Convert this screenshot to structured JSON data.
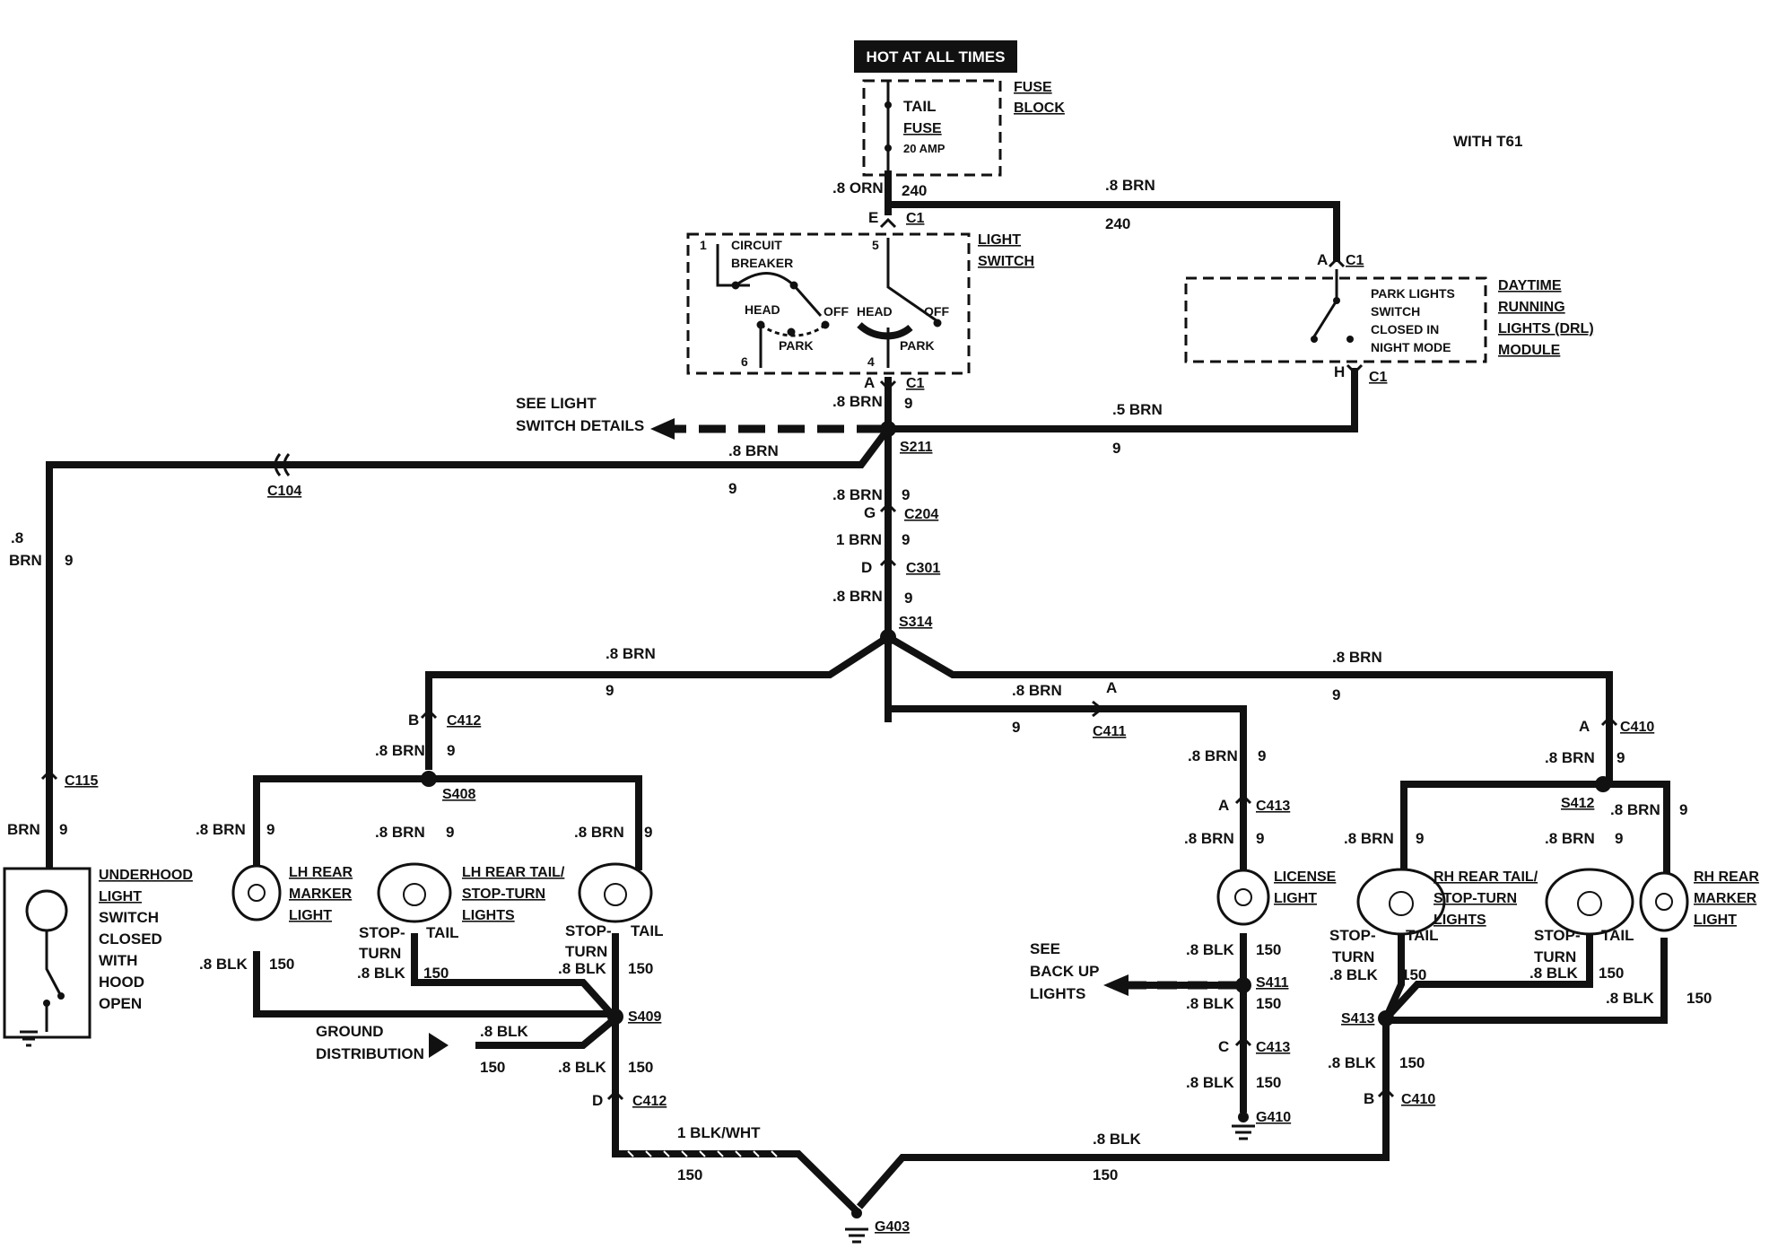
{
  "header": {
    "hot_label": "HOT AT ALL TIMES",
    "with_label": "WITH T61"
  },
  "fuse": {
    "name_line1": "TAIL",
    "name_line2": "FUSE",
    "rating": "20 AMP",
    "block_line1": "FUSE",
    "block_line2": "BLOCK"
  },
  "light_switch": {
    "label_line1": "LIGHT",
    "label_line2": "SWITCH",
    "cb_line1": "CIRCUIT",
    "cb_line2": "BREAKER",
    "head": "HEAD",
    "off": "OFF",
    "park": "PARK",
    "pin1": "1",
    "pin5": "5",
    "pin6": "6",
    "pin4": "4"
  },
  "drl": {
    "title_line1": "DAYTIME",
    "title_line2": "RUNNING",
    "title_line3": "LIGHTS (DRL)",
    "title_line4": "MODULE",
    "note_line1": "PARK LIGHTS",
    "note_line2": "SWITCH",
    "note_line3": "CLOSED IN",
    "note_line4": "NIGHT MODE"
  },
  "refs": {
    "see_switch_line1": "SEE LIGHT",
    "see_switch_line2": "SWITCH DETAILS",
    "see_backup_line1": "SEE",
    "see_backup_line2": "BACK UP",
    "see_backup_line3": "LIGHTS",
    "ground_dist_line1": "GROUND",
    "ground_dist_line2": "DISTRIBUTION"
  },
  "connectors": {
    "c1": "C1",
    "c104": "C104",
    "c115": "C115",
    "c204": "C204",
    "c301": "C301",
    "c410": "C410",
    "c411": "C411",
    "c412": "C412",
    "c413": "C413"
  },
  "splices": {
    "s211": "S211",
    "s314": "S314",
    "s408": "S408",
    "s409": "S409",
    "s411": "S411",
    "s412": "S412",
    "s413": "S413"
  },
  "grounds": {
    "g403": "G403",
    "g410": "G410"
  },
  "pins": {
    "a": "A",
    "b": "B",
    "c": "C",
    "d": "D",
    "e": "E",
    "g": "G",
    "h": "H"
  },
  "wires": {
    "w08_orn": ".8 ORN",
    "w08_brn": ".8 BRN",
    "w1_brn": "1 BRN",
    "w05_brn": ".5 BRN",
    "w08_blk": ".8 BLK",
    "w1_blkwht": "1 BLK/WHT",
    "w08": ".8",
    "brn": "BRN"
  },
  "circuits": {
    "c240": "240",
    "c9": "9",
    "c150": "150"
  },
  "components": {
    "underhood": [
      "UNDERHOOD",
      "LIGHT",
      "SWITCH",
      "CLOSED",
      "WITH",
      "HOOD",
      "OPEN"
    ],
    "lh_marker": [
      "LH REAR",
      "MARKER",
      "LIGHT"
    ],
    "lh_tail": [
      "LH REAR TAIL/",
      "STOP-TURN",
      "LIGHTS"
    ],
    "license": [
      "LICENSE",
      "LIGHT"
    ],
    "rh_tail": [
      "RH REAR TAIL/",
      "STOP-TURN",
      "LIGHTS"
    ],
    "rh_marker": [
      "RH REAR",
      "MARKER",
      "LIGHT"
    ],
    "stop_line1": "STOP-",
    "stop_line2": "TURN",
    "tail": "TAIL"
  }
}
